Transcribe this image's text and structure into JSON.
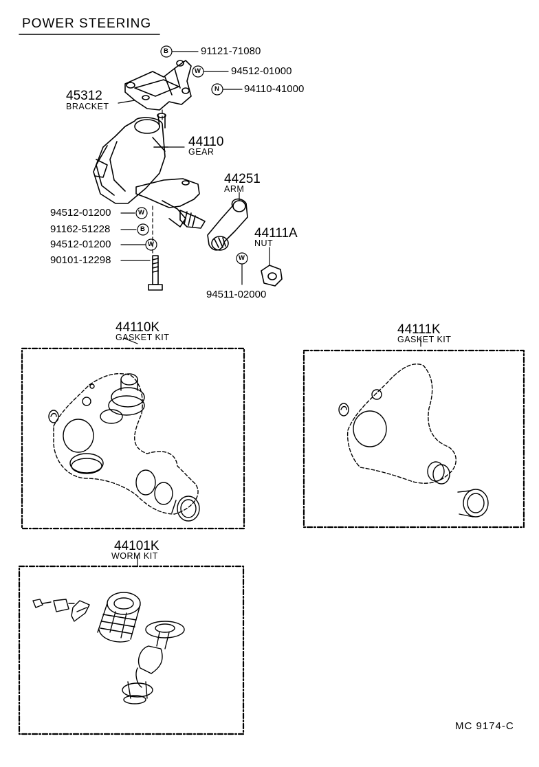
{
  "title": "POWER STEERING",
  "footer": "MC  9174-C",
  "callouts": {
    "b1": "91121-71080",
    "w1": "94512-01000",
    "n1": "94110-41000",
    "w2": "94512-01200",
    "b2": "91162-51228",
    "w3": "94512-01200",
    "bolt": "90101-12298",
    "w4": "94511-02000"
  },
  "markers": {
    "b": "B",
    "w": "W",
    "n": "N"
  },
  "parts": {
    "bracket": {
      "number": "45312",
      "name": "BRACKET"
    },
    "gear": {
      "number": "44110",
      "name": "GEAR"
    },
    "arm": {
      "number": "44251",
      "name": "ARM"
    },
    "nut": {
      "number": "44111A",
      "name": "NUT"
    }
  },
  "kits": {
    "gasket1": {
      "number": "44110K",
      "name": "GASKET KIT"
    },
    "gasket2": {
      "number": "44111K",
      "name": "GASKET KIT"
    },
    "worm": {
      "number": "44101K",
      "name": "WORM KIT"
    }
  }
}
